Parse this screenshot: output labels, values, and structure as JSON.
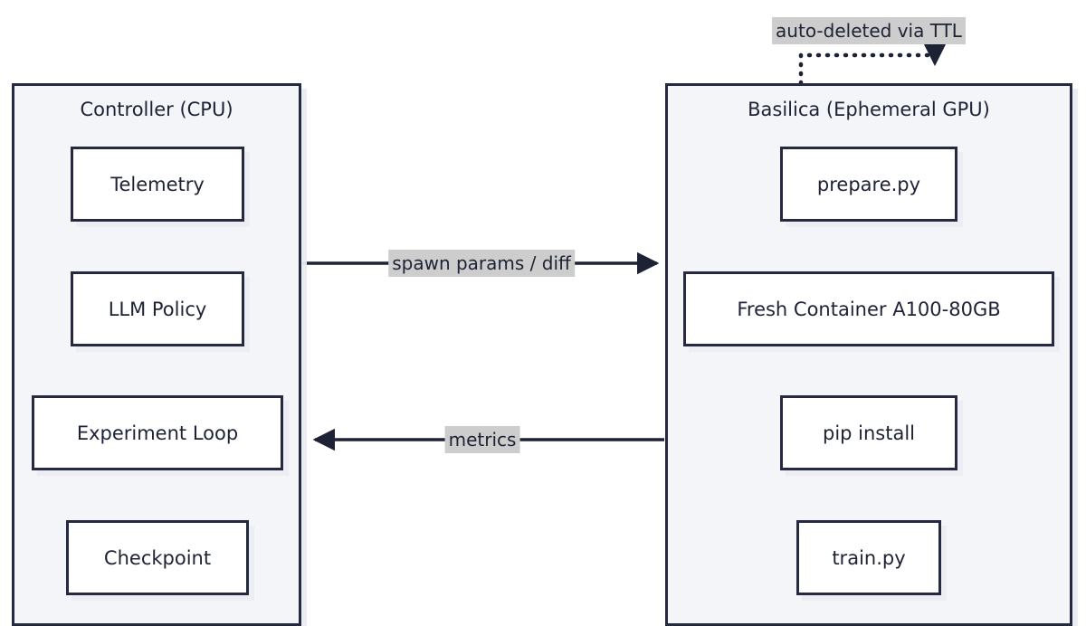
{
  "diagram": {
    "title_left": "Controller (CPU)",
    "title_right": "Basilica (Ephemeral GPU)",
    "background_color": "#ffffff",
    "cluster_fill": "#f4f5f9",
    "stroke_color": "#252a40",
    "label_bg_color": "#cdcdcd",
    "text_color": "#1e2235"
  },
  "clusters": [
    {
      "id": "controller",
      "title": "Controller (CPU)",
      "nodes": [
        {
          "id": "telemetry",
          "label": "Telemetry"
        },
        {
          "id": "llm-policy",
          "label": "LLM Policy"
        },
        {
          "id": "experiment-loop",
          "label": "Experiment Loop"
        },
        {
          "id": "checkpoint",
          "label": "Checkpoint"
        }
      ]
    },
    {
      "id": "basilica",
      "title": "Basilica (Ephemeral GPU)",
      "nodes": [
        {
          "id": "prepare-py",
          "label": "prepare.py"
        },
        {
          "id": "fresh-container",
          "label": "Fresh Container A100-80GB"
        },
        {
          "id": "pip-install",
          "label": "pip install"
        },
        {
          "id": "train-py",
          "label": "train.py"
        }
      ]
    }
  ],
  "edges": [
    {
      "id": "spawn",
      "label": "spawn params / diff",
      "from": "controller",
      "to": "basilica",
      "style": "solid",
      "direction": "right"
    },
    {
      "id": "metrics",
      "label": "metrics",
      "from": "basilica",
      "to": "controller",
      "style": "solid",
      "direction": "left"
    },
    {
      "id": "ttl",
      "label": "auto-deleted via TTL",
      "from": "basilica",
      "to": "basilica",
      "style": "dotted",
      "direction": "down"
    }
  ]
}
